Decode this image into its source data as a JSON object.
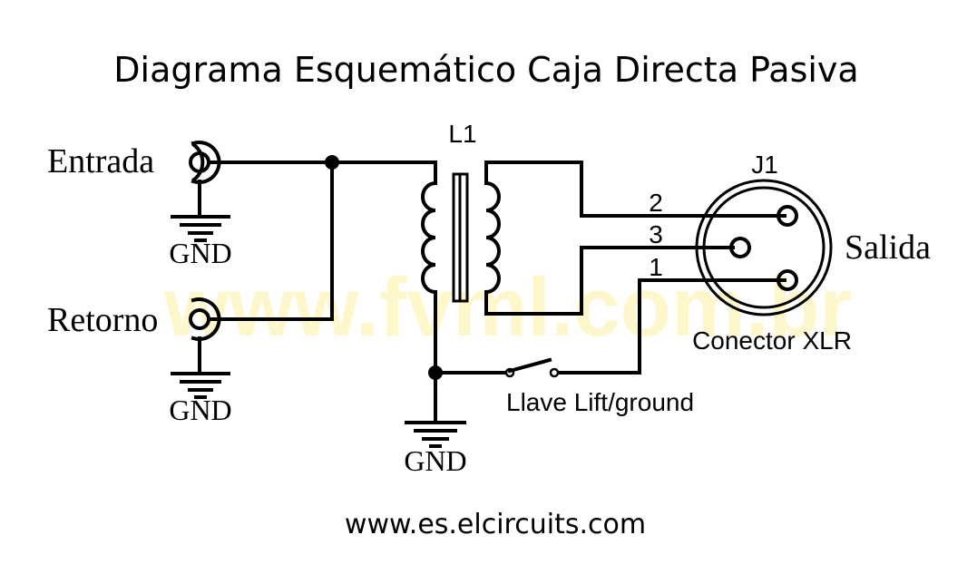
{
  "title": "Diagrama Esquemático Caja Directa Pasiva",
  "watermark": "www.fvml.com.br",
  "footer_url": "www.es.elcircuits.com",
  "colors": {
    "line": "#000000",
    "watermark": "#fff7cc",
    "background": "#ffffff"
  },
  "inputs": {
    "entrada": {
      "label": "Entrada",
      "ground_label": "GND"
    },
    "retorno": {
      "label": "Retorno",
      "ground_label": "GND"
    }
  },
  "transformer": {
    "ref": "L1"
  },
  "connector": {
    "ref": "J1",
    "label": "Salida",
    "type_label": "Conector XLR",
    "pins": [
      "2",
      "3",
      "1"
    ]
  },
  "switch": {
    "label": "Llave Lift/ground"
  },
  "main_ground": {
    "label": "GND"
  }
}
